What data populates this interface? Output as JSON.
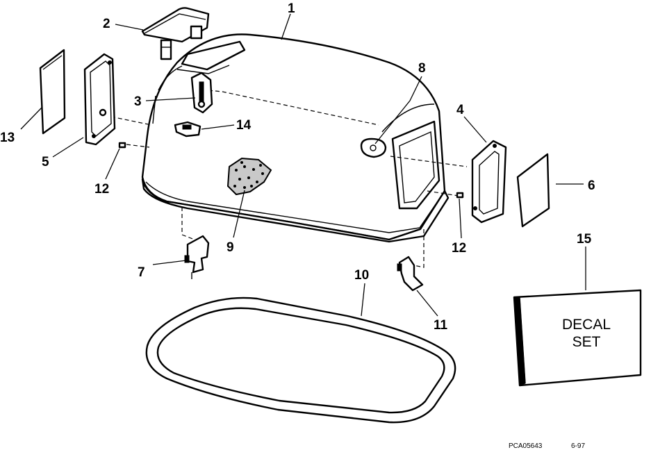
{
  "callouts": {
    "c1": "1",
    "c2": "2",
    "c3": "3",
    "c4": "4",
    "c5": "5",
    "c6": "6",
    "c7": "7",
    "c8": "8",
    "c9": "9",
    "c10": "10",
    "c11": "11",
    "c12a": "12",
    "c12b": "12",
    "c13": "13",
    "c14": "14",
    "c15": "15"
  },
  "decal_box": {
    "line1": "DECAL",
    "line2": "SET"
  },
  "footer": {
    "code": "PCA05643",
    "date": "6-97"
  }
}
